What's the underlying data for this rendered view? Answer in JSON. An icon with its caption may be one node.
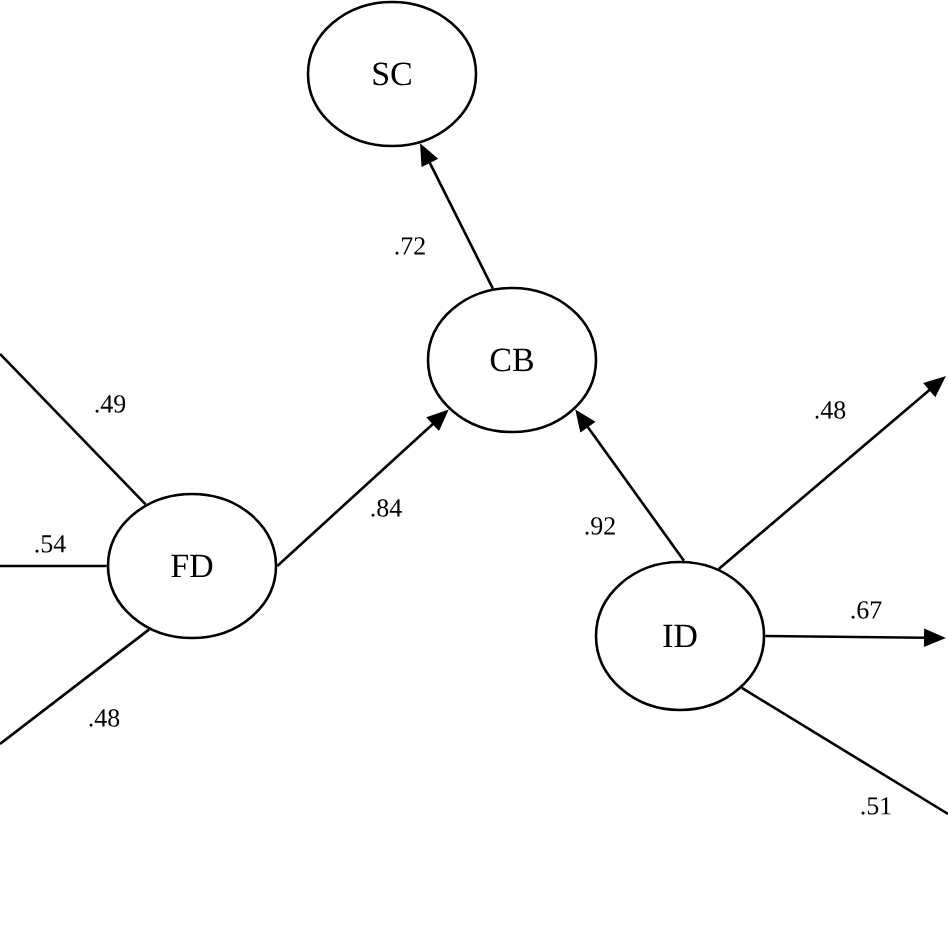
{
  "diagram": {
    "nodes": [
      {
        "text": [
          "SC"
        ]
      },
      {
        "text": [
          "CB"
        ]
      },
      {
        "text": [
          "FD"
        ]
      },
      {
        "text": [
          "ID"
        ]
      }
    ],
    "edges": [
      {
        "from": 1,
        "to": 0,
        "arrow": "to",
        "label": ".72"
      },
      {
        "from": 2,
        "to": 1,
        "arrow": "to",
        "label": ".84"
      },
      {
        "from": 3,
        "to": 1,
        "arrow": "to",
        "label": ".92"
      },
      {
        "from": 3,
        "to": null,
        "arrow": "to",
        "label": ".48"
      },
      {
        "from": 3,
        "to": null,
        "arrow": "to",
        "label": ".67"
      },
      {
        "from": 3,
        "to": null,
        "arrow": "none",
        "label": ".51"
      },
      {
        "from": 2,
        "to": null,
        "arrow": "none",
        "label": ".49"
      },
      {
        "from": 2,
        "to": null,
        "arrow": "none",
        "label": ".54"
      },
      {
        "from": 2,
        "to": null,
        "arrow": "none",
        "label": ".48"
      }
    ]
  }
}
